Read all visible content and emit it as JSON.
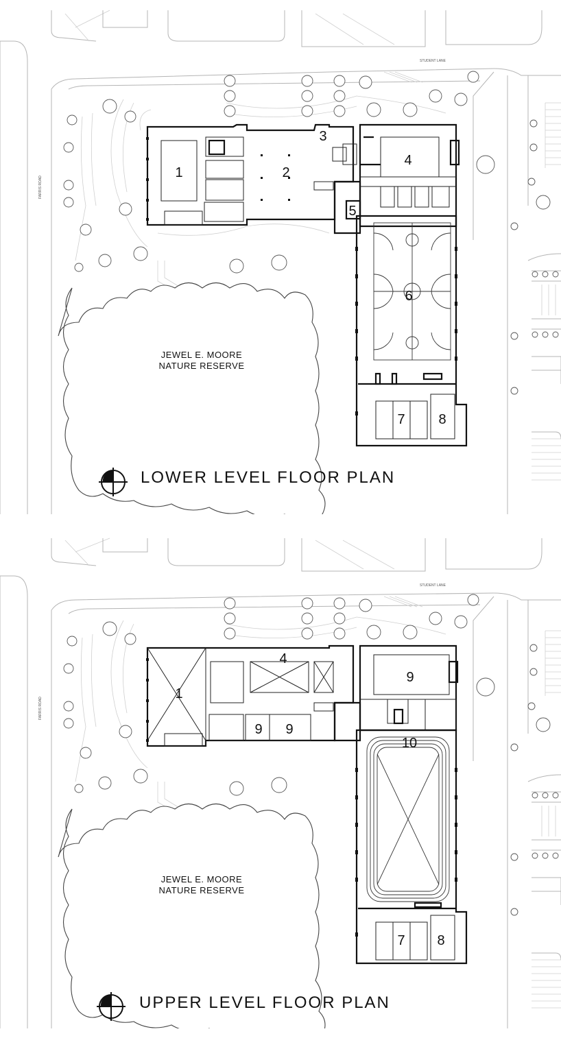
{
  "street_labels": {
    "student_lane": "STUDENT LANE",
    "farris_road": "FARRIS ROAD"
  },
  "lower": {
    "title": "LOWER LEVEL FLOOR PLAN",
    "reserve_line1": "JEWEL E. MOORE",
    "reserve_line2": "NATURE RESERVE",
    "rooms": [
      "1",
      "2",
      "3",
      "4",
      "5",
      "6",
      "7",
      "8"
    ]
  },
  "upper": {
    "title": "UPPER LEVEL FLOOR PLAN",
    "reserve_line1": "JEWEL E. MOORE",
    "reserve_line2": "NATURE RESERVE",
    "rooms": [
      "1",
      "4",
      "9",
      "9",
      "9",
      "10",
      "7",
      "8"
    ]
  },
  "colors": {
    "ink": "#111111",
    "site_lines": "#b4b4b4",
    "paper": "#ffffff"
  },
  "icons": {
    "north_arrow": "north-arrow-icon"
  }
}
